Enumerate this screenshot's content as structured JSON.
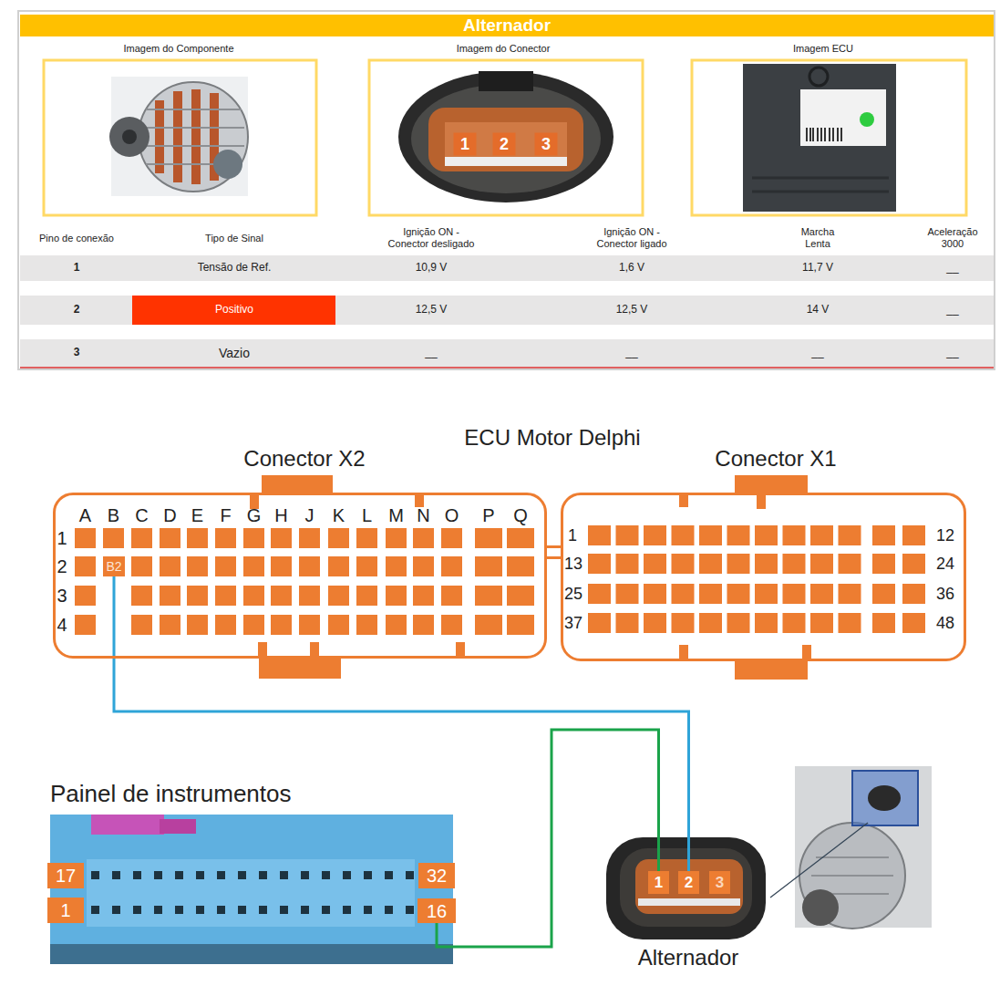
{
  "diagram": {
    "title": "Alternador",
    "nodes": [
      {
        "text": [
          "Conector X2"
        ]
      },
      {
        "text": [
          "B2"
        ],
        "in": 0
      },
      {
        "text": [
          "Conector X1"
        ]
      },
      {
        "text": [
          "Painel de instrumentos"
        ]
      },
      {
        "text": [
          "16"
        ],
        "in": 3
      },
      {
        "text": [
          "Alternador"
        ]
      },
      {
        "text": [
          "1"
        ],
        "in": 5
      },
      {
        "text": [
          "2"
        ],
        "in": 5
      },
      {
        "text": [
          "3"
        ],
        "in": 5
      }
    ],
    "edges": [
      {
        "from": 1,
        "to": 7,
        "arrow": "none"
      },
      {
        "from": 4,
        "to": 6,
        "arrow": "none"
      }
    ],
    "labels": [
      "Imagem do Componente",
      "Imagem do Conector",
      "Imagem ECU",
      "1",
      "2",
      "3",
      "Pino de conexão",
      "Tipo de Sinal",
      "Ignição ON - Conector desligado",
      "Ignição ON - Conector ligado",
      "Marcha Lenta",
      "Aceleração 3000",
      "1",
      "Tensão de Ref.",
      "10,9 V",
      "1,6 V",
      "11,7 V",
      "__",
      "2",
      "Positivo",
      "12,5 V",
      "12,5 V",
      "14 V",
      "__",
      "3",
      "Vazio",
      "__",
      "__",
      "__",
      "__",
      "ECU Motor Delphi",
      "A",
      "B",
      "C",
      "D",
      "E",
      "F",
      "G",
      "H",
      "J",
      "K",
      "L",
      "M",
      "N",
      "O",
      "P",
      "Q",
      "1",
      "2",
      "3",
      "4",
      "1",
      "12",
      "13",
      "24",
      "25",
      "36",
      "37",
      "48",
      "17",
      "32",
      "1"
    ]
  }
}
